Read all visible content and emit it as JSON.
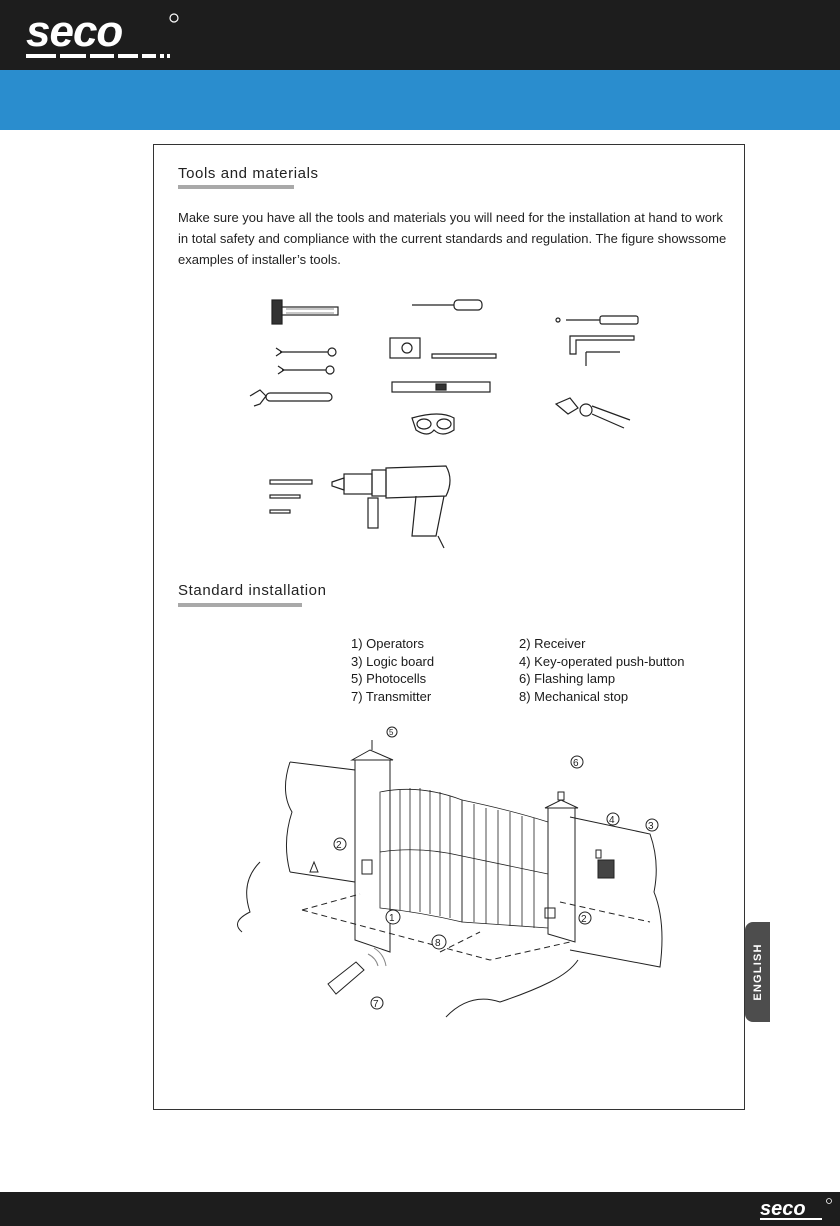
{
  "brand": {
    "logo": "seco-logo"
  },
  "tools_section": {
    "title": "Tools and materials",
    "intro": "Make sure you have all the tools and materials you will need for the installation at hand to work in total safety and compliance with the current standards and regulation. The figure showssome examples of installer’s tools.",
    "tools_figure": "installer-tools-illustration"
  },
  "install_section": {
    "title": "Standard installation",
    "legend": [
      [
        "1)  Operators",
        "2)  Receiver"
      ],
      [
        "3)  Logic board",
        "4)  Key-operated push-button"
      ],
      [
        "5) Photocells",
        "6)  Flashing lamp"
      ],
      [
        "7) Transmitter",
        " 8) Mechanical stop"
      ]
    ],
    "callouts": [
      "1",
      "2",
      "3",
      "4",
      "5",
      "6",
      "7",
      "8"
    ]
  },
  "language_tab": "ENGLISH",
  "colors": {
    "header": "#1d1d1d",
    "accent": "#2a8dce",
    "tab": "#4d4d4d"
  }
}
